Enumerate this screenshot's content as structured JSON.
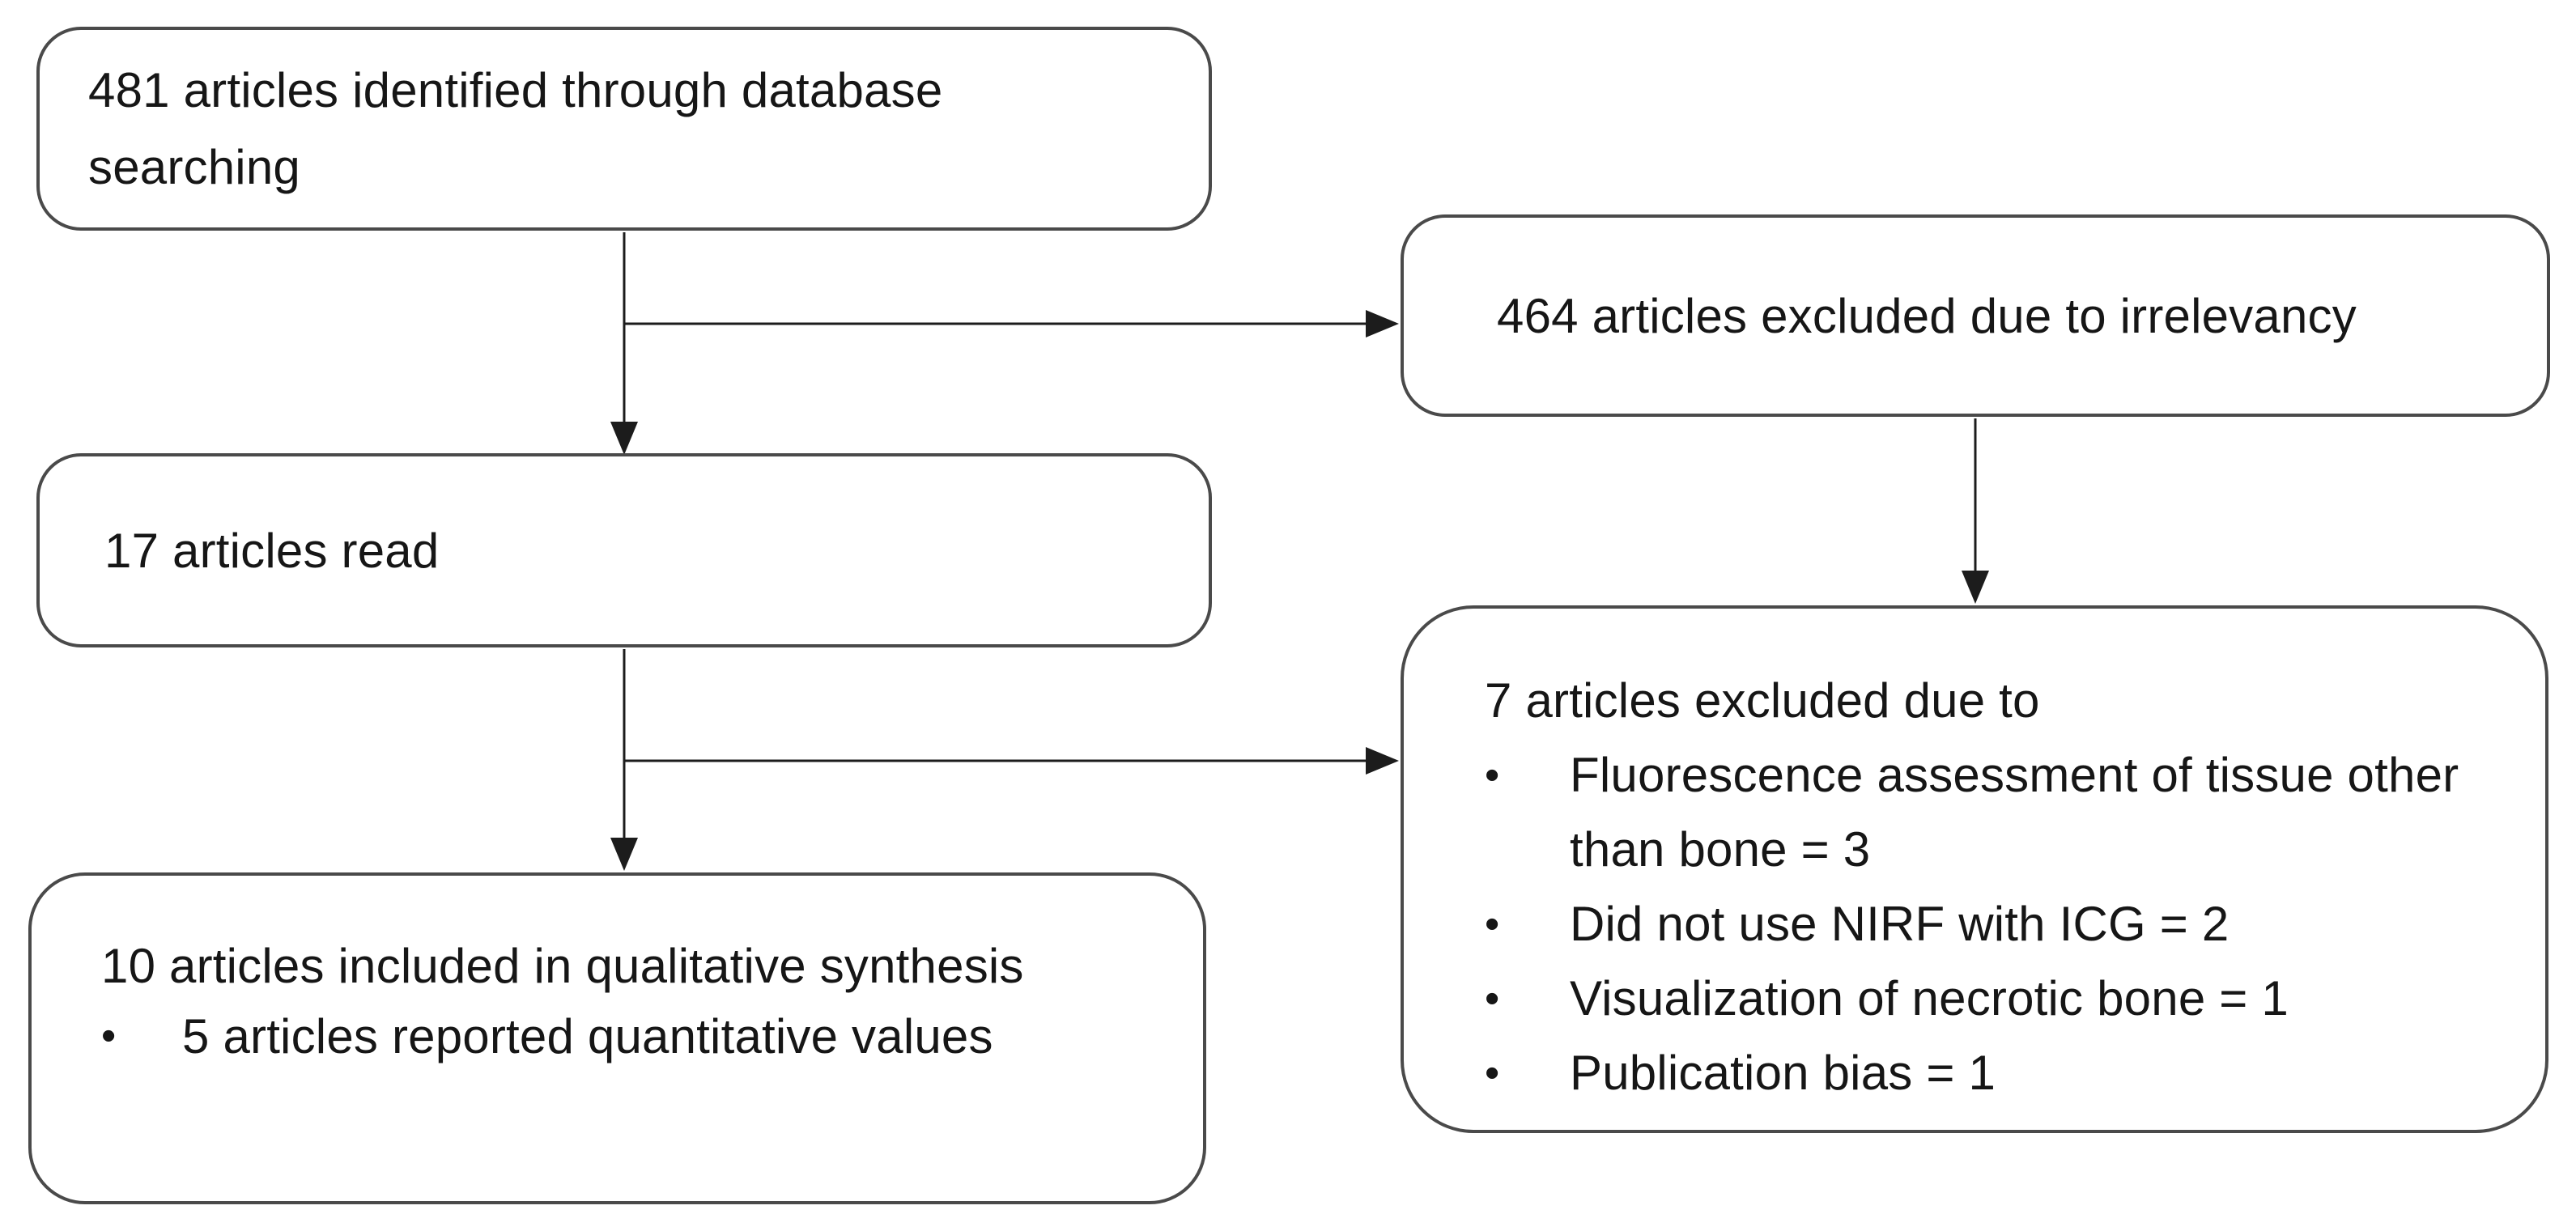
{
  "flowchart": {
    "bullet_char": "•",
    "boxes": {
      "identified": {
        "text": "481 articles identified through database searching"
      },
      "excluded_irrelevancy": {
        "text": "464 articles excluded due to irrelevancy"
      },
      "read": {
        "text": "17 articles read"
      },
      "excluded_reasons": {
        "heading": "7 articles excluded due to",
        "bullets": [
          "Fluorescence assessment of tissue other than bone = 3",
          "Did not use NIRF with ICG = 2",
          "Visualization of necrotic bone = 1",
          "Publication bias = 1"
        ]
      },
      "included": {
        "heading": "10 articles included in qualitative synthesis",
        "bullets": [
          "5 articles reported quantitative values"
        ]
      }
    },
    "colors": {
      "background": "#ffffff",
      "box_border": "#4a4a4a",
      "text": "#161616",
      "arrow": "#1c1c1c"
    }
  }
}
